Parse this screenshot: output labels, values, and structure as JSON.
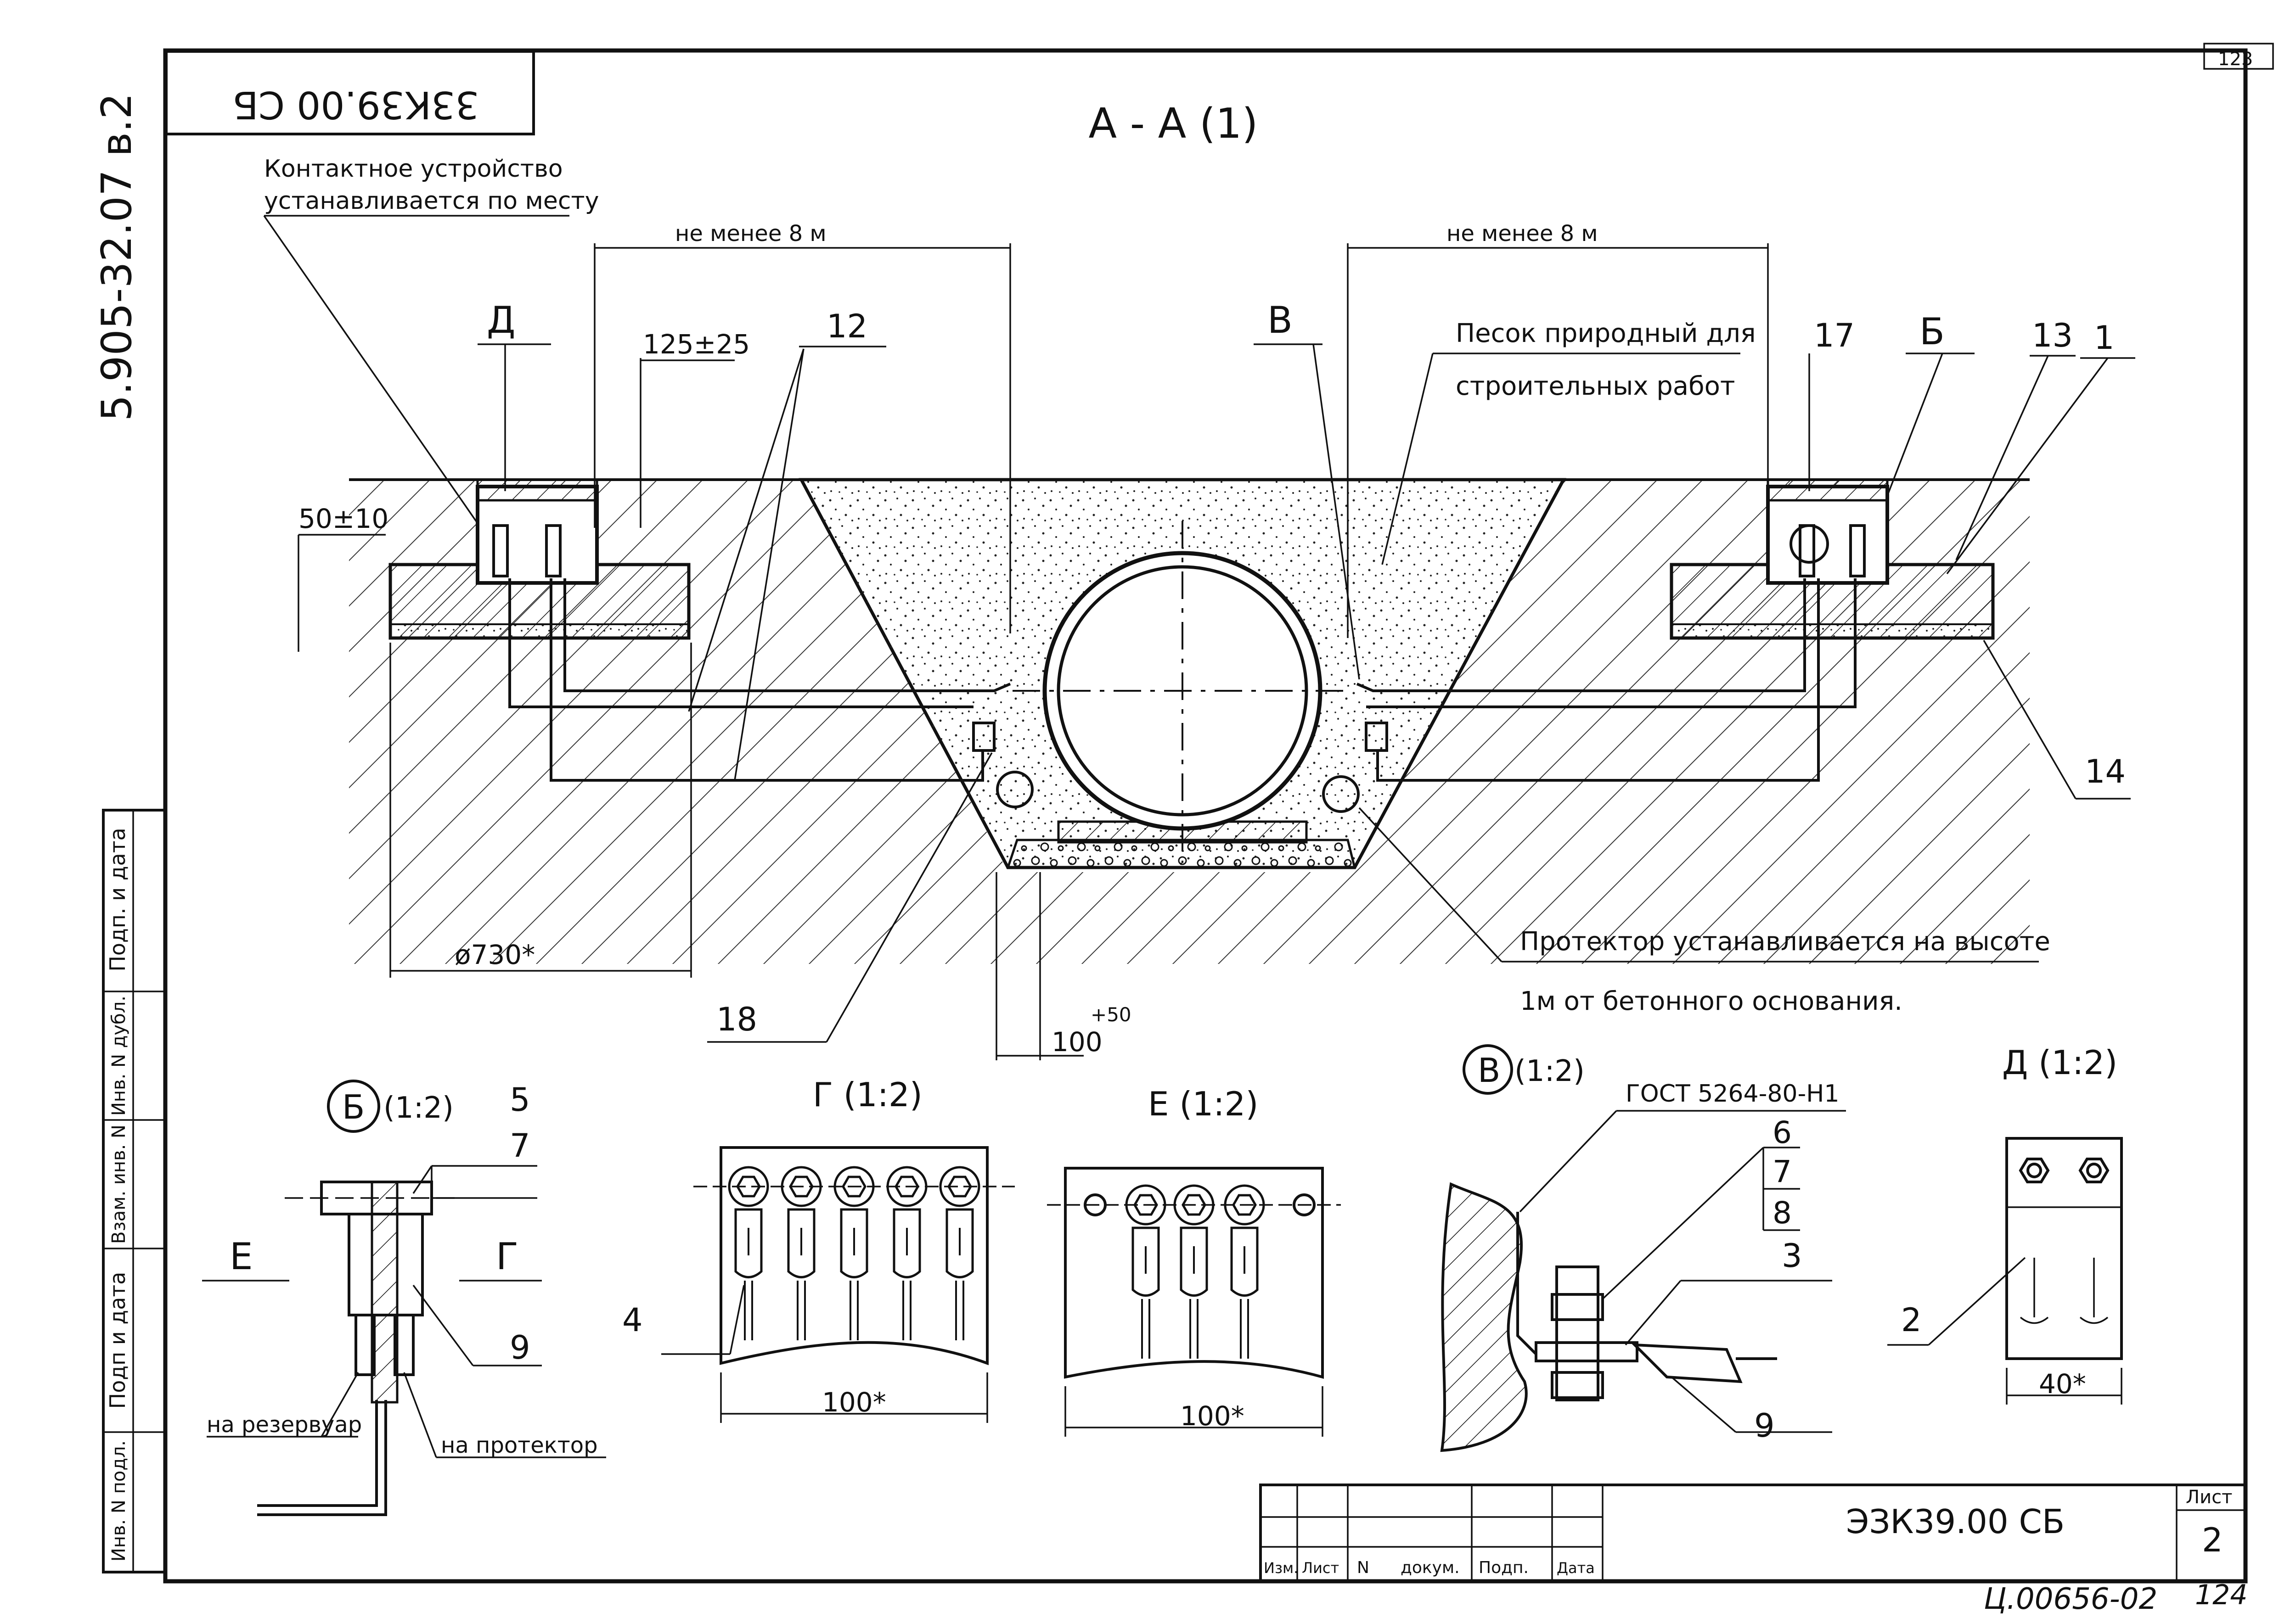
{
  "sheet": {
    "top_corner_number": "123",
    "doc_code_rotated": "33К39.00 СБ",
    "series_code": "5.905-32.07 в.2",
    "section_title": "А - А (1)",
    "handwritten_bottom": "Ц.00656-02",
    "handwritten_page": "124"
  },
  "notes": {
    "contact_line1": "Контактное устройство",
    "contact_line2": "устанавливается по месту",
    "sand_line1": "Песок природный для",
    "sand_line2": "строительных работ",
    "protector_line1": "Протектор устанавливается на высоте",
    "protector_line2": "1м от бетонного основания."
  },
  "dimensions": {
    "left_span": "не менее  8 м",
    "right_span": "не менее 8 м",
    "depth": "125±25",
    "slab": "50±10",
    "diameter": "ø730*",
    "bottom": "100",
    "bottom_sup": "+50",
    "g_width": "100*",
    "e_width": "100*",
    "d_width": "40*"
  },
  "callouts": {
    "d": "Д",
    "v": "В",
    "b": "Б",
    "c12": "12",
    "c17": "17",
    "c13": "13",
    "c1": "1",
    "c14": "14",
    "c18": "18",
    "c5": "5",
    "c7a": "7",
    "c9a": "9",
    "c4": "4",
    "c6": "6",
    "c7b": "7",
    "c8": "8",
    "c3": "3",
    "c9b": "9",
    "c2": "2"
  },
  "details": {
    "b_letter": "Б",
    "b_scale": "(1:2)",
    "g_title": "Г (1:2)",
    "e_title": "Е (1:2)",
    "v_letter": "В",
    "v_scale": "(1:2)",
    "gost": "ГОСТ 5264-80-Н1",
    "d_title": "Д (1:2)",
    "view_e": "Е",
    "view_g": "Г",
    "to_tank": "на резервуар",
    "to_protector": "на протектор"
  },
  "stamp_side": {
    "cells": [
      "Подп. и дата",
      "Инв. N  дубл.",
      "Взам. инв. N",
      "Подп и дата",
      "Инв. N  подл."
    ]
  },
  "title_block": {
    "headers": [
      "Изм.",
      "Лист",
      "N",
      "докум.",
      "Подп.",
      "Дата"
    ],
    "designation": "ЭЗК39.00 СБ",
    "sheet_label": "Лист",
    "sheet_number": "2"
  }
}
